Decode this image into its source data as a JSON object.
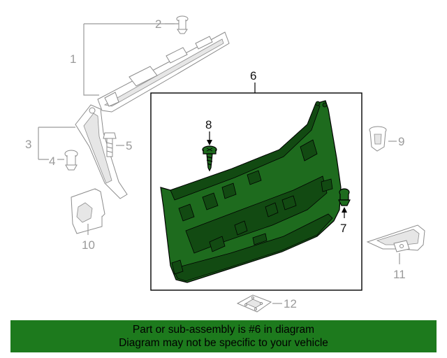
{
  "callouts": {
    "c1": "1",
    "c2": "2",
    "c3": "3",
    "c4": "4",
    "c5": "5",
    "c6": "6",
    "c7": "7",
    "c8": "8",
    "c9": "9",
    "c10": "10",
    "c11": "11",
    "c12": "12"
  },
  "banner": {
    "line1": "Part or sub-assembly is #6 in diagram",
    "line2": "Diagram may not be specific to your vehicle"
  },
  "colors": {
    "highlight_part": "#1e6b1e",
    "banner_bg": "#1d7a1d"
  }
}
